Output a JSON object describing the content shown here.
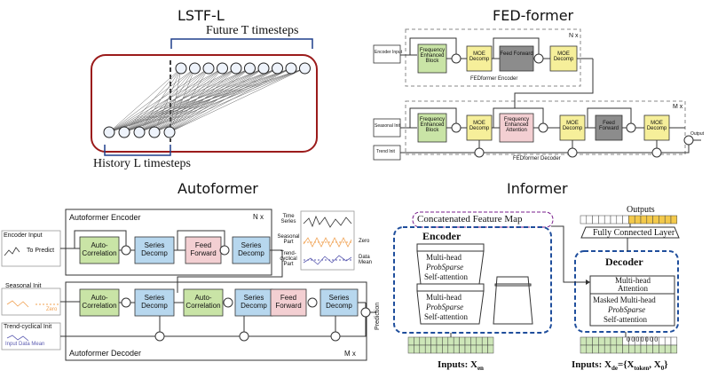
{
  "titles": {
    "lstf": "LSTF-L",
    "fed": "FED-former",
    "auto": "Autoformer",
    "inf": "Informer"
  },
  "lstf": {
    "future_label": "Future T timesteps",
    "history_label": "History L timesteps",
    "future_nodes": 10,
    "history_nodes": 5
  },
  "fed": {
    "encoder_input": "Encoder Input",
    "seasonal_init": "Seasonal Init",
    "trend_init": "Trend Init",
    "freq_block": "Frequency Enhanced Block",
    "freq_attn": "Frequency Enhanced Attention",
    "moe": "MOE Decomp",
    "ff": "Feed Forward",
    "encoder_name": "FEDformer Encoder",
    "decoder_name": "FEDformer Decoder",
    "nx": "N x",
    "mx": "M x",
    "output": "Output"
  },
  "auto": {
    "encoder_title": "Autoformer Encoder",
    "decoder_title": "Autoformer Decoder",
    "nx": "N x",
    "mx": "M x",
    "encoder_input": "Encoder Input",
    "to_predict": "To Predict",
    "seasonal_init": "Seasonal Init",
    "zero": "Zero",
    "trend_init": "Trend-cyclical Init",
    "input_mean": "Input Data Mean",
    "auto_corr": "Auto-Correlation",
    "series_decomp": "Series Decomp",
    "feed_forward": "Feed Forward",
    "prediction": "Prediction",
    "legend_time": "Time Series",
    "legend_seasonal": "Seasonal Part",
    "legend_trend": "Trend-cyclical Part",
    "legend_zero": "Zero",
    "legend_mean": "Data Mean"
  },
  "inf": {
    "concat": "Concatenated Feature Map",
    "encoder": "Encoder",
    "decoder": "Decoder",
    "mh1": "Multi-head",
    "probsparse": "ProbSparse",
    "selfattn": "Self-attention",
    "mh_attn": "Multi-head Attention",
    "masked_mh": "Masked Multi-head",
    "outputs": "Outputs",
    "fcl": "Fully Connected Layer",
    "inputs_enc": "Inputs:",
    "x_en": "X",
    "x_en_sub": "en",
    "inputs_dec": "Inputs:",
    "x_de": "X",
    "x_de_sub": "de",
    "x_de_rest": "={X",
    "x_token": "token",
    "x_zero": ", X",
    "x_zero_sub": "0",
    "x_close": "}",
    "zeros": "0000000"
  },
  "colors": {
    "lstf_border": "#9b1b1b",
    "enc_blue": "#1f4e9c",
    "concat_purple": "#7a1f8c",
    "green_block": "#c9e4a6",
    "blue_block": "#b7d7ee",
    "pink_block": "#f3cfd2",
    "yellow_block": "#f6ef9a",
    "gray_block": "#8c8c8c",
    "input_green": "#cde6b8",
    "output_yellow": "#f3c94b"
  }
}
